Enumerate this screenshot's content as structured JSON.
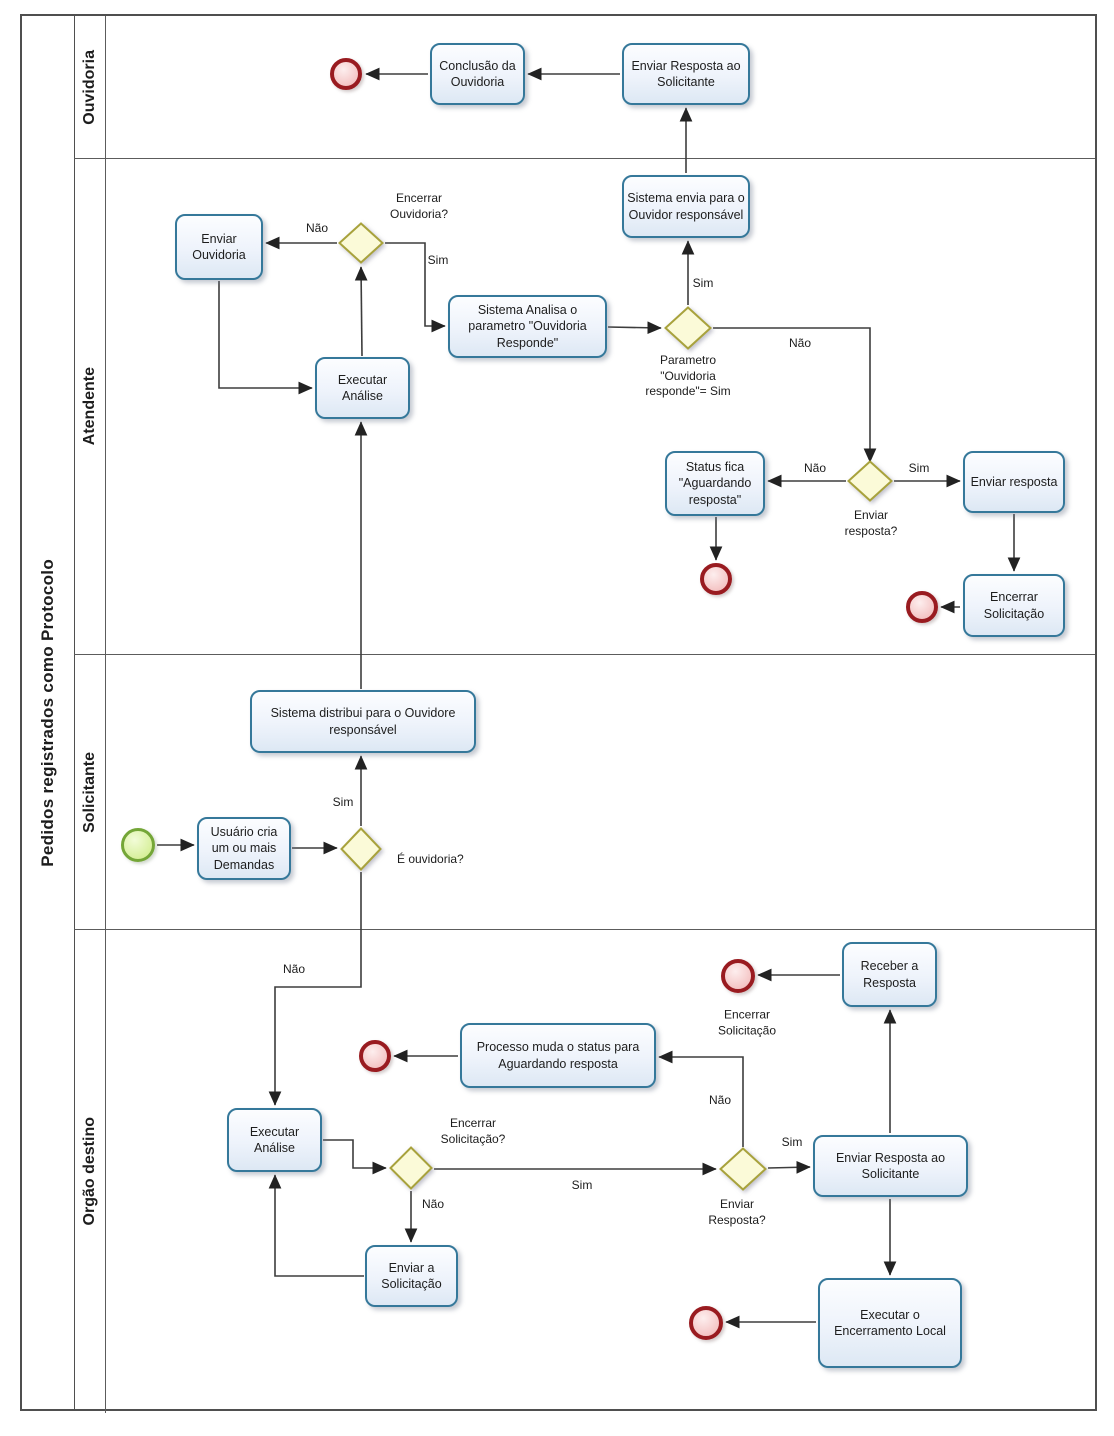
{
  "diagram_title": "Pedidos registrados como Protocolo",
  "lanes": [
    {
      "id": "ouvidoria",
      "label": "Ouvidoria"
    },
    {
      "id": "atendente",
      "label": "Atendente"
    },
    {
      "id": "solicitante",
      "label": "Solicitante"
    },
    {
      "id": "orgao-destino",
      "label": "Orgão destino"
    }
  ],
  "nodes": [
    {
      "id": "end-event-ouvidoria",
      "type": "end-event",
      "label": ""
    },
    {
      "id": "task-conclusao-da-ouvidoria",
      "type": "task",
      "label": "Conclusão da Ouvidoria"
    },
    {
      "id": "task-enviar-resposta-ao-solicitante-ouvidoria",
      "type": "task",
      "label": "Enviar Resposta ao Solicitante"
    },
    {
      "id": "task-enviar-ouvidoria",
      "type": "task",
      "label": "Enviar Ouvidoria"
    },
    {
      "id": "gw-encerrar-ouvidoria",
      "type": "gateway",
      "label": "Encerrar Ouvidoria?"
    },
    {
      "id": "task-sistema-analisa-parametro",
      "type": "task",
      "label": "Sistema Analisa o parametro \"Ouvidoria Responde\""
    },
    {
      "id": "gw-parametro-ouvidoria-responde",
      "type": "gateway",
      "label": "Parametro \"Ouvidoria responde\"= Sim"
    },
    {
      "id": "task-sistema-envia-ouvidor",
      "type": "task",
      "label": "Sistema envia para o Ouvidor responsável"
    },
    {
      "id": "task-executar-analise-atendente",
      "type": "task",
      "label": "Executar Análise"
    },
    {
      "id": "gw-enviar-resposta-atendente",
      "type": "gateway",
      "label": "Enviar resposta?"
    },
    {
      "id": "task-status-fica-aguardando",
      "type": "task",
      "label": "Status fica \"Aguardando resposta\""
    },
    {
      "id": "end-event-status",
      "type": "end-event",
      "label": ""
    },
    {
      "id": "task-enviar-resposta",
      "type": "task",
      "label": "Enviar resposta"
    },
    {
      "id": "task-encerrar-solicitacao-atendente",
      "type": "task",
      "label": "Encerrar Solicitação"
    },
    {
      "id": "end-event-encerrar-atendente",
      "type": "end-event",
      "label": ""
    },
    {
      "id": "start-event-solicitante",
      "type": "start-event",
      "label": ""
    },
    {
      "id": "task-usuario-cria-demandas",
      "type": "task",
      "label": "Usuário cria um ou mais Demandas"
    },
    {
      "id": "gw-e-ouvidoria",
      "type": "gateway",
      "label": "É ouvidoria?"
    },
    {
      "id": "task-sistema-distribui-ouvidore",
      "type": "task",
      "label": "Sistema distribui para o Ouvidore responsável"
    },
    {
      "id": "task-executar-analise-orgao",
      "type": "task",
      "label": "Executar Análise"
    },
    {
      "id": "end-event-processo-muda",
      "type": "end-event",
      "label": ""
    },
    {
      "id": "task-processo-muda-status",
      "type": "task",
      "label": "Processo muda o status para Aguardando resposta"
    },
    {
      "id": "gw-encerrar-solicitacao",
      "type": "gateway",
      "label": "Encerrar Solicitação?"
    },
    {
      "id": "task-enviar-a-solicitacao",
      "type": "task",
      "label": "Enviar a Solicitação"
    },
    {
      "id": "gw-enviar-resposta-orgao",
      "type": "gateway",
      "label": "Enviar Resposta?"
    },
    {
      "id": "task-enviar-resposta-ao-solicitante-orgao",
      "type": "task",
      "label": "Enviar Resposta ao Solicitante"
    },
    {
      "id": "task-receber-a-resposta",
      "type": "task",
      "label": "Receber a Resposta"
    },
    {
      "id": "end-event-receber",
      "type": "end-event",
      "label": ""
    },
    {
      "id": "task-executar-encerramento-local",
      "type": "task",
      "label": "Executar o Encerramento Local"
    },
    {
      "id": "end-event-encerramento-local",
      "type": "end-event",
      "label": ""
    }
  ],
  "edge_labels": [
    {
      "id": "lbl-nao-encerrar-ouvidoria",
      "text": "Não"
    },
    {
      "id": "lbl-sim-encerrar-ouvidoria",
      "text": "Sim"
    },
    {
      "id": "lbl-sim-parametro",
      "text": "Sim"
    },
    {
      "id": "lbl-nao-parametro",
      "text": "Não"
    },
    {
      "id": "lbl-nao-enviar-resposta-atendente",
      "text": "Não"
    },
    {
      "id": "lbl-sim-enviar-resposta-atendente",
      "text": "Sim"
    },
    {
      "id": "lbl-sim-e-ouvidoria",
      "text": "Sim"
    },
    {
      "id": "lbl-nao-e-ouvidoria",
      "text": "Não"
    },
    {
      "id": "lbl-nao-encerrar-solicitacao",
      "text": "Não"
    },
    {
      "id": "lbl-sim-encerrar-solicitacao",
      "text": "Sim"
    },
    {
      "id": "lbl-nao-enviar-resposta-orgao",
      "text": "Não"
    },
    {
      "id": "lbl-sim-enviar-resposta-orgao",
      "text": "Sim"
    },
    {
      "id": "lbl-encerrar-solicitacao-end",
      "text": "Encerrar Solicitação"
    }
  ],
  "colors": {
    "task_border": "#35789a",
    "task_fill": "#edf3fb",
    "gateway_border": "#a8a23c",
    "gateway_fill": "#fbfad8",
    "start_border": "#74a637",
    "start_fill": "#cdeb85",
    "end_border": "#991b20",
    "end_fill": "#f1b5b5",
    "line": "#3d3d3d"
  }
}
